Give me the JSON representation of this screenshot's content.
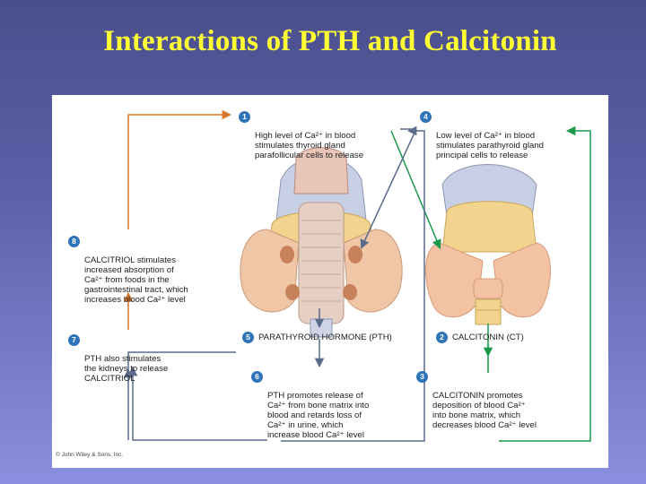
{
  "slide": {
    "title": "Interactions of PTH and Calcitonin"
  },
  "steps": [
    {
      "number": "1",
      "text": "High level of Ca²⁺ in blood\nstimulates thyroid gland\nparafollicular cells to release"
    },
    {
      "number": "2",
      "text": "CALCITONIN (CT)"
    },
    {
      "number": "3",
      "text": "CALCITONIN promotes\ndeposition of blood Ca²⁺\ninto bone matrix, which\ndecreases blood Ca²⁺ level"
    },
    {
      "number": "4",
      "text": "Low level of Ca²⁺ in blood\nstimulates parathyroid gland\nprincipal cells to release"
    },
    {
      "number": "5",
      "text": "PARATHYROID HORMONE (PTH)"
    },
    {
      "number": "6",
      "text": "PTH promotes release of\nCa²⁺ from bone matrix into\nblood and retards loss of\nCa²⁺ in urine, which\nincrease blood Ca²⁺ level"
    },
    {
      "number": "7",
      "text": "PTH also stimulates\nthe kidneys to release\nCALCITRIOL"
    },
    {
      "number": "8",
      "text": "CALCITRIOL stimulates\nincreased absorption of\nCa²⁺ from foods in the\ngastrointestinal tract, which\nincreases blood Ca²⁺ level"
    }
  ],
  "copyright": "© John Wiley & Sons, Inc.",
  "colors": {
    "title": "#ffff33",
    "background": "#5b61a8",
    "step_badge": "#2f73b8",
    "calcitonin_arrow": "#1a9a4a",
    "calcitriol_arrow": "#d9782a",
    "pth_arrow": "#5a6b8c"
  }
}
